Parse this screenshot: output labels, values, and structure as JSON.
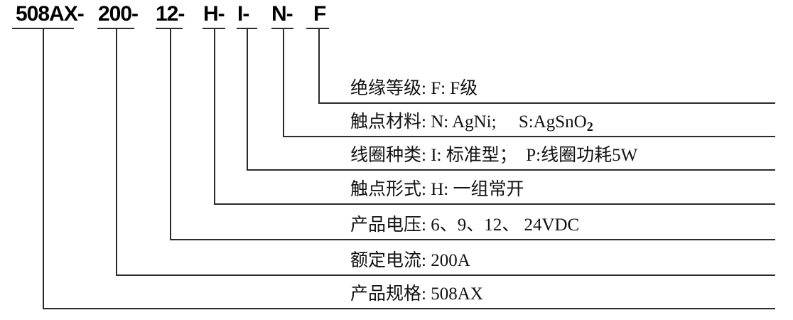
{
  "code": {
    "segments": [
      {
        "text": "508AX-"
      },
      {
        "text": "200-"
      },
      {
        "text": "12-"
      },
      {
        "text": "H-"
      },
      {
        "text": "I-"
      },
      {
        "text": "N-"
      },
      {
        "text": "F"
      }
    ]
  },
  "rows": [
    {
      "text": "绝缘等级: F: F级"
    },
    {
      "text": "触点材料: N: AgNi;     S:AgSnO",
      "sub": "2"
    },
    {
      "text": "线圈种类: I: 标准型；  P:线圈功耗5W"
    },
    {
      "text": "触点形式: H: 一组常开"
    },
    {
      "text": "产品电压: 6、9、12、 24VDC"
    },
    {
      "text": "额定电流: 200A"
    },
    {
      "text": "产品规格: 508AX"
    }
  ],
  "colors": {
    "line": "#2b2b2b",
    "text": "#111111"
  }
}
